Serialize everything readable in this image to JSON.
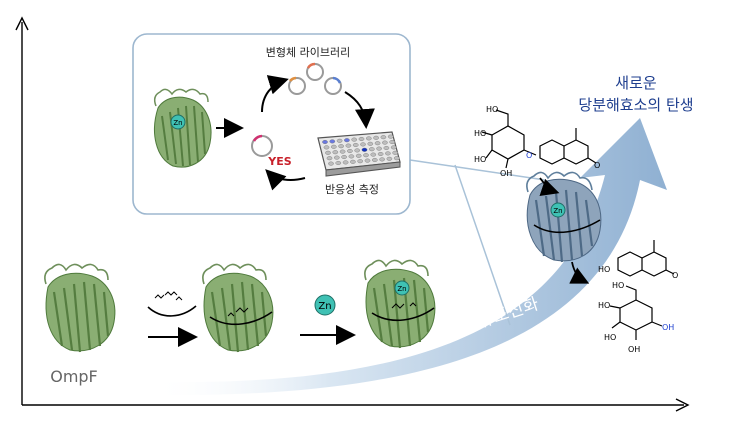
{
  "labels": {
    "library": "변형체 라이브러리",
    "yes": "YES",
    "assay": "반응성 측정",
    "result_line1": "새로운",
    "result_line2": "당분해효소의 탄생",
    "evolution": "유도진화",
    "protein_name": "OmpF",
    "zn": "Zn"
  },
  "colors": {
    "protein_green": "#7a9e63",
    "protein_dark": "#4f7a3c",
    "protein_blue": "#5f7f9c",
    "zinc": "#3fc1b4",
    "title_blue": "#1f3f8f",
    "arrow_blue": "#8fb3d6",
    "yes_red": "#c8202a",
    "molecule_blue": "#1d3fd0",
    "box_border": "#9db7cf"
  }
}
